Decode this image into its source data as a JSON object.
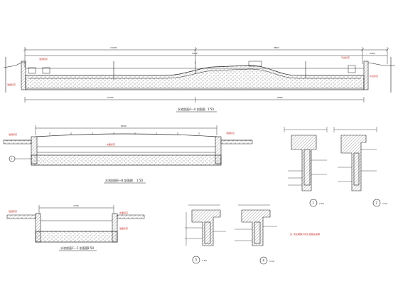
{
  "section_aa": {
    "title": "水池剖面A—A 剖面图",
    "scale": "1:50",
    "top_dims": [
      "13200",
      "9860",
      "2400",
      "2400"
    ],
    "bottom_dims": [
      "13200",
      "9860"
    ],
    "level_labels": [
      "池顶标高",
      "池底标高",
      "平台标高",
      "平台标高"
    ]
  },
  "section_bb": {
    "title": "水池剖面B—B 剖面图",
    "scale": "1:50",
    "dim": "8000",
    "level_labels": [
      "池顶标高",
      "池底标高",
      "水面标高"
    ],
    "bubble": "1"
  },
  "section_cc": {
    "title": "水池剖面C—C 剖面图",
    "scale": "1:50",
    "dim": "1200",
    "level_labels": [
      "池顶标高",
      "池底标高",
      "水面标高"
    ]
  },
  "details": [
    {
      "id": "1",
      "scale": "1:50"
    },
    {
      "id": "2",
      "scale": "1:50"
    },
    {
      "id": "3",
      "scale": "1:50"
    },
    {
      "id": "4",
      "scale": "1:50"
    }
  ],
  "note": "注: 未注明部分详见 结施总说明"
}
